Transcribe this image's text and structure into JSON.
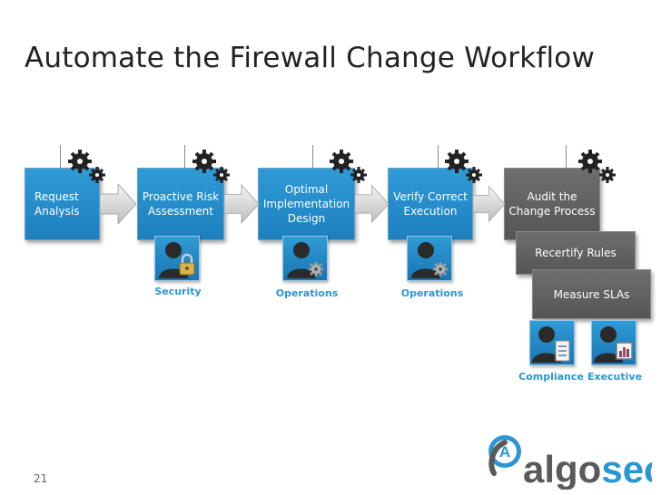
{
  "title": "Automate the Firewall Change Workflow",
  "steps": [
    {
      "label": "Request\nAnalysis",
      "style": "blue"
    },
    {
      "label": "Proactive Risk\nAssessment",
      "style": "blue"
    },
    {
      "label": "Optimal\nImplementation\nDesign",
      "style": "blue"
    },
    {
      "label": "Verify Correct\nExecution",
      "style": "blue"
    },
    {
      "label": "Audit the\nChange Process",
      "style": "dark"
    }
  ],
  "sub_steps": [
    {
      "label": "Recertify Rules"
    },
    {
      "label": "Measure SLAs"
    }
  ],
  "roles": [
    {
      "label": "Security",
      "badge": "lock-icon"
    },
    {
      "label": "Operations",
      "badge": "gear-icon"
    },
    {
      "label": "Operations",
      "badge": "gear-icon"
    },
    {
      "label": "Compliance",
      "badge": "checklist-icon"
    },
    {
      "label": "Executive",
      "badge": "chart-icon"
    }
  ],
  "page_number": "21",
  "logo": {
    "text_a": "algo",
    "text_b": "sec",
    "mark": "A"
  },
  "colors": {
    "step_blue": "#1d7fbe",
    "step_dark": "#555555",
    "role_text": "#2b96d4",
    "logo_gray": "#5a5a5a",
    "logo_blue": "#2b96d4"
  }
}
